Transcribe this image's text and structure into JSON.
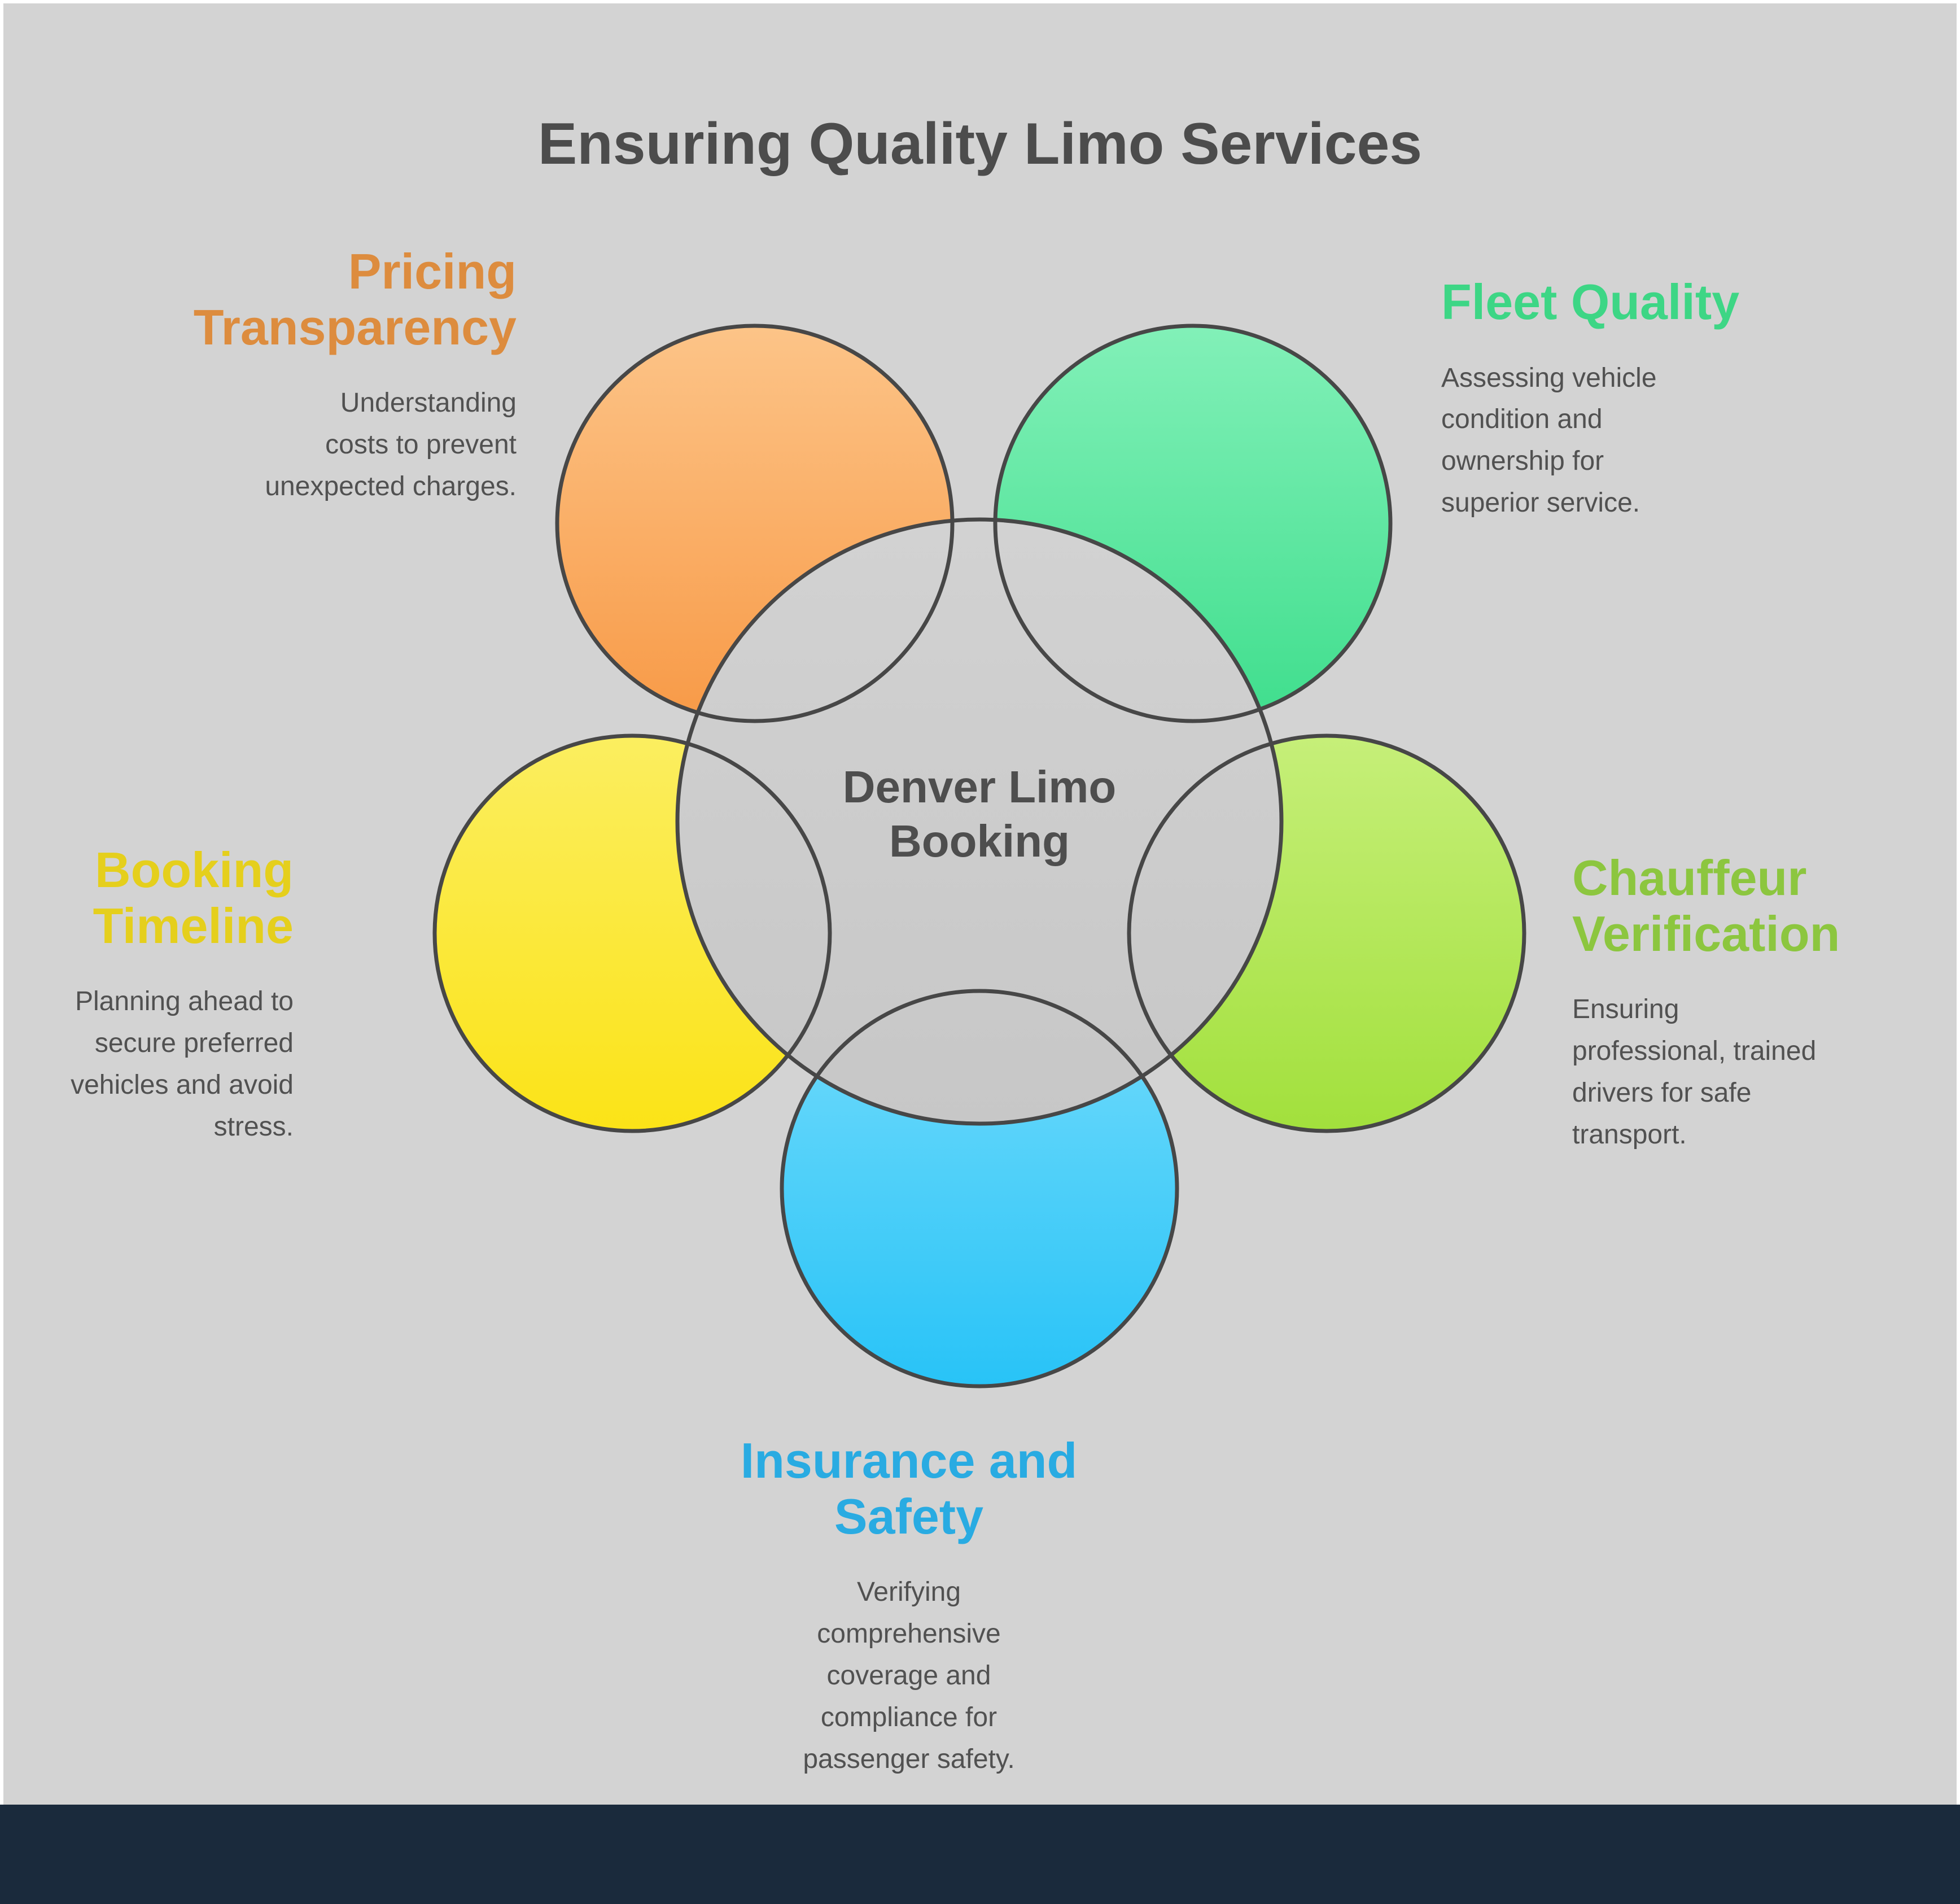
{
  "title": "Ensuring Quality Limo Services",
  "center": {
    "label": "Denver Limo\nBooking"
  },
  "nodes": [
    {
      "id": "pricing-transparency",
      "heading": "Pricing\nTransparency",
      "description": "Understanding\ncosts to prevent\nunexpected charges.",
      "heading_color": "#DD8C3E",
      "fill_top": "#FCC488",
      "fill_bottom": "#F89A47"
    },
    {
      "id": "fleet-quality",
      "heading": "Fleet Quality",
      "description": "Assessing vehicle\ncondition and\nownership for\nsuperior service.",
      "heading_color": "#3DD685",
      "fill_top": "#82F0B8",
      "fill_bottom": "#3FDE8D"
    },
    {
      "id": "booking-timeline",
      "heading": "Booking\nTimeline",
      "description": "Planning ahead to\nsecure preferred\nvehicles and avoid\nstress.",
      "heading_color": "#E5CF1C",
      "fill_top": "#FBEE60",
      "fill_bottom": "#FBE317"
    },
    {
      "id": "chauffeur-verification",
      "heading": "Chauffeur\nVerification",
      "description": "Ensuring\nprofessional, trained\ndrivers for safe\ntransport.",
      "heading_color": "#8CC63F",
      "fill_top": "#C6EF79",
      "fill_bottom": "#A2E03C"
    },
    {
      "id": "insurance-and-safety",
      "heading": "Insurance and\nSafety",
      "description": "Verifying\ncomprehensive\ncoverage and\ncompliance for\npassenger safety.",
      "heading_color": "#29ABE2",
      "fill_top": "#72DBFB",
      "fill_bottom": "#28C3F7"
    }
  ],
  "colors": {
    "background": "#D3D3D3",
    "frame": "#FFFFFF",
    "outline": "#474747",
    "footer": "#1A2A3C",
    "title_text": "#4C4C4C",
    "body_text": "#515151",
    "center_text": "#4E4E4E",
    "center_fill_top": "#D2D2D2",
    "center_fill_bottom": "#C7C7C7"
  }
}
